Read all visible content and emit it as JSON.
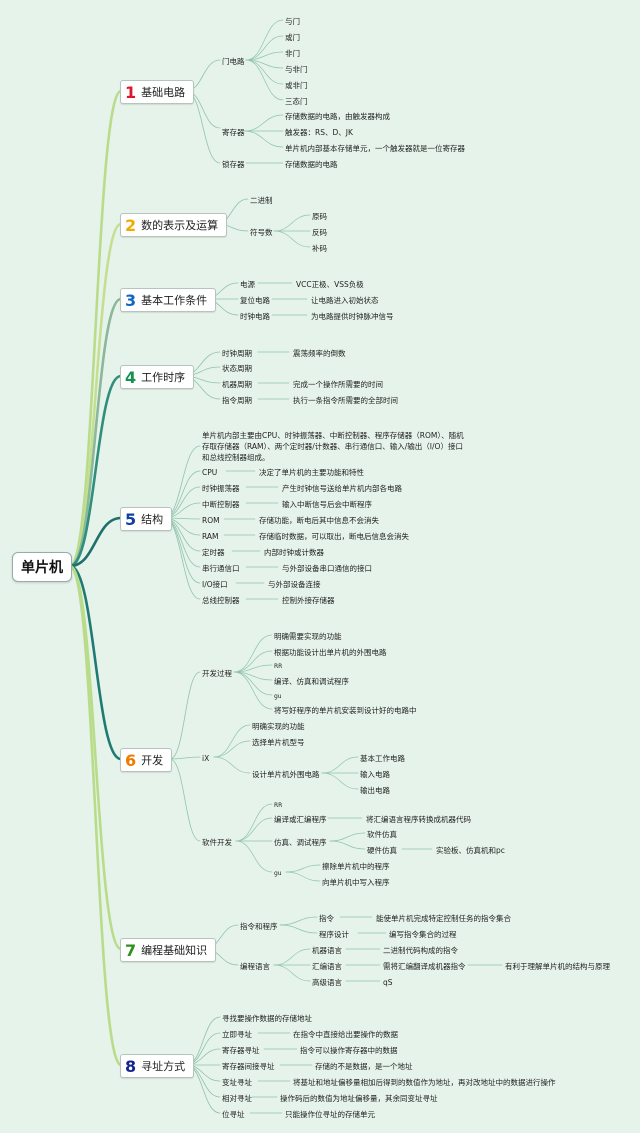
{
  "root": "单片机",
  "branches": [
    {
      "num": "1",
      "color": "#e0142d",
      "label": "基础电路"
    },
    {
      "num": "2",
      "color": "#f2a900",
      "label": "数的表示及运算"
    },
    {
      "num": "3",
      "color": "#0f67c2",
      "label": "基本工作条件"
    },
    {
      "num": "4",
      "color": "#16914f",
      "label": "工作时序"
    },
    {
      "num": "5",
      "color": "#0f3fa3",
      "label": "结构"
    },
    {
      "num": "6",
      "color": "#f07b00",
      "label": "开发"
    },
    {
      "num": "7",
      "color": "#2f8f1e",
      "label": "编程基础知识"
    },
    {
      "num": "8",
      "color": "#12248f",
      "label": "寻址方式"
    }
  ],
  "b1": {
    "gate": "门电路",
    "gates": [
      "与门",
      "或门",
      "非门",
      "与非门",
      "或非门",
      "三态门"
    ],
    "register": "寄存器",
    "register_items": [
      "存储数据的电路，由触发器构成",
      "触发器：RS、D、JK",
      "单片机内部基本存储单元，一个触发器就是一位寄存器"
    ],
    "latch": "锁存器",
    "latch_desc": "存储数据的电路"
  },
  "b2": {
    "binary": "二进制",
    "signed": "符号数",
    "codes": [
      "原码",
      "反码",
      "补码"
    ]
  },
  "b3": [
    {
      "k": "电源",
      "v": "VCC正极、VSS负极"
    },
    {
      "k": "复位电路",
      "v": "让电路进入初始状态"
    },
    {
      "k": "时钟电路",
      "v": "为电路提供时钟脉冲信号"
    }
  ],
  "b4": [
    {
      "k": "时钟周期",
      "v": "震荡频率的倒数"
    },
    {
      "k": "状态周期",
      "v": ""
    },
    {
      "k": "机器周期",
      "v": "完成一个操作所需要的时间"
    },
    {
      "k": "指令周期",
      "v": "执行一条指令所需要的全部时间"
    }
  ],
  "b5": {
    "intro": "单片机内部主要由CPU、时钟振荡器、中断控制器、程序存储器（ROM）、随机存取存储器（RAM）、两个定时器/计数器、串行通信口、输入/输出（I/O）接口和总线控制器组成。",
    "items": [
      {
        "k": "CPU",
        "v": "决定了单片机的主要功能和特性"
      },
      {
        "k": "时钟振荡器",
        "v": "产生时钟信号送给单片机内部各电路"
      },
      {
        "k": "中断控制器",
        "v": "输入中断信号后会中断程序"
      },
      {
        "k": "ROM",
        "v": "存储功能，断电后其中信息不会消失"
      },
      {
        "k": "RAM",
        "v": "存储临时数据，可以取出，断电后信息会消失"
      },
      {
        "k": "定时器",
        "v": "内部时钟或计数器"
      },
      {
        "k": "串行通信口",
        "v": "与外部设备串口通信的接口"
      },
      {
        "k": "I/O接口",
        "v": "与外部设备连接"
      },
      {
        "k": "总线控制器",
        "v": "控制外接存储器"
      }
    ]
  },
  "b6": {
    "process": "开发过程",
    "process_items": [
      "明确需要实现的功能",
      "根据功能设计出单片机的外围电路",
      "RR",
      "编译、仿真和调试程序",
      "gu",
      "将写好程序的单片机安装到设计好的电路中"
    ],
    "hw": "iX",
    "hw_items": [
      "明确实现的功能",
      "选择单片机型号",
      "设计单片机外围电路"
    ],
    "circuits": [
      "基本工作电路",
      "输入电路",
      "输出电路"
    ],
    "sw": "软件开发",
    "sw_rr": "RR",
    "sw_compile": "编译或汇编程序",
    "sw_compile_desc": "将汇编语言程序转换成机器代码",
    "sw_debug": "仿真、调试程序",
    "sim": [
      "软件仿真",
      "硬件仿真"
    ],
    "hw_sim_desc": "实验板、仿真机和pc",
    "sw_gu": "gu",
    "burn": [
      "擦除单片机中的程序",
      "向单片机中写入程序"
    ]
  },
  "b7": {
    "instr_prog": "指令和程序",
    "instr": "指令",
    "instr_desc": "能使单片机完成特定控制任务的指令集合",
    "prog": "程序设计",
    "prog_desc": "编写指令集合的过程",
    "lang": "编程语言",
    "langs": [
      {
        "k": "机器语言",
        "v": "二进制代码构成的指令"
      },
      {
        "k": "汇编语言",
        "v": "需将汇编翻译成机器指令"
      },
      {
        "k": "高级语言",
        "v": "qS"
      }
    ],
    "asm_note": "有利于理解单片机的结构与原理"
  },
  "b8": {
    "intro": "寻找要操作数据的存储地址",
    "items": [
      {
        "k": "立即寻址",
        "v": "在指令中直接给出要操作的数据"
      },
      {
        "k": "寄存器寻址",
        "v": "指令可以操作寄存器中的数据"
      },
      {
        "k": "寄存器间接寻址",
        "v": "存储的不是数据，是一个地址"
      },
      {
        "k": "变址寻址",
        "v": "将基址和地址偏移量相加后得到的数值作为地址，再对改地址中的数据进行操作"
      },
      {
        "k": "相对寻址",
        "v": "操作码后的数值为地址偏移量，其余同变址寻址"
      },
      {
        "k": "位寻址",
        "v": "只能操作位寻址的存储单元"
      }
    ]
  }
}
